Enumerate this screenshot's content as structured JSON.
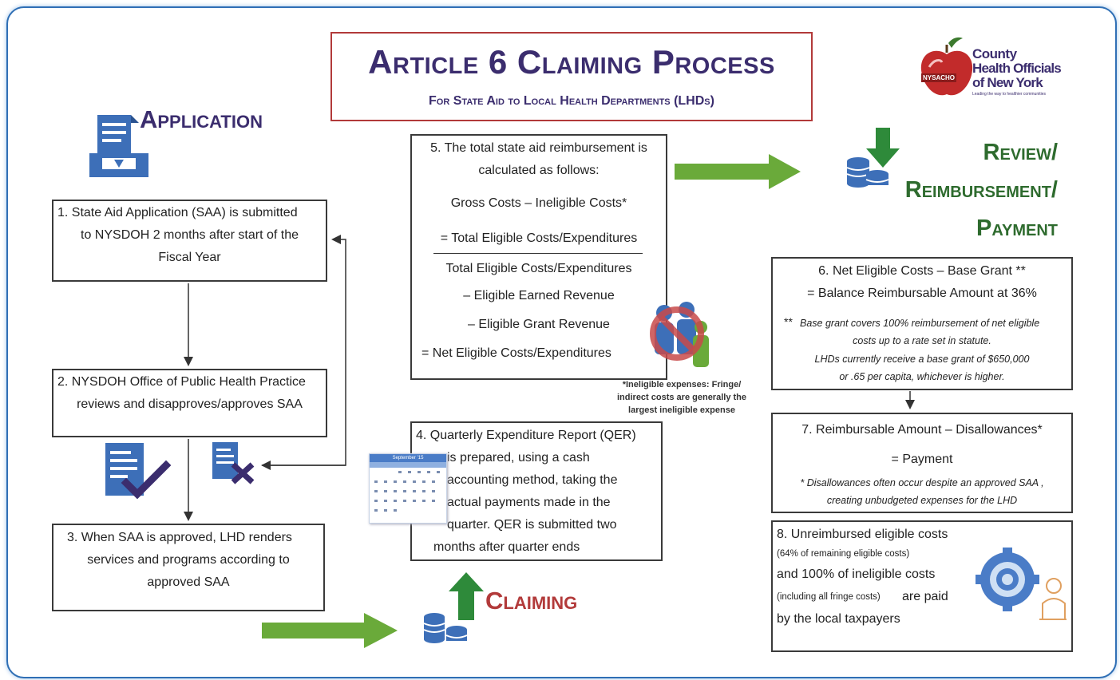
{
  "title": {
    "main": "Article 6 Claiming Process",
    "sub": "For State Aid to Local Health Departments (LHDs)"
  },
  "logo": {
    "badge": "NYSACHO",
    "line1": "County",
    "line2": "Health Officials",
    "line3": "of New York",
    "tagline": "Leading the way to healthier communities"
  },
  "sections": {
    "application": "Application",
    "review_line1": "Review/",
    "review_line2": "Reimbursement/",
    "review_line3": "Payment",
    "claiming": "Claiming"
  },
  "steps": {
    "s1": {
      "line1": "1.  State Aid Application (SAA) is submitted",
      "line2": "to NYSDOH 2 months after start of the",
      "line3": "Fiscal Year"
    },
    "s2": {
      "line1": "2.  NYSDOH Office of Public Health Practice",
      "line2": "reviews and disapproves/approves SAA"
    },
    "s3": {
      "line1": "3.  When SAA is approved, LHD renders",
      "line2": "services and programs according to",
      "line3": "approved SAA"
    },
    "s4": {
      "line1": "4.  Quarterly Expenditure Report (QER)",
      "line2": "is prepared, using a cash",
      "line3": "accounting method, taking the",
      "line4": "actual payments made in the",
      "line5": "quarter.  QER is submitted two",
      "line6": "months after quarter ends"
    },
    "s5": {
      "line1": "5.  The total state aid reimbursement is",
      "line2": "calculated as follows:",
      "line3": "Gross Costs – Ineligible Costs*",
      "line4": "= Total Eligible Costs/Expenditures",
      "line5": "Total Eligible Costs/Expenditures",
      "line6": "–  Eligible Earned  Revenue",
      "line7": "–  Eligible Grant Revenue",
      "line8": "= Net Eligible  Costs/Expenditures"
    },
    "ineligible_note": {
      "line1": "*Ineligible expenses: Fringe/",
      "line2": "indirect costs are generally the",
      "line3": "largest ineligible expense"
    },
    "s6": {
      "line1": "6. Net Eligible Costs – Base Grant **",
      "line2": "= Balance Reimbursable Amount at 36%",
      "line3_mark": "**",
      "line3": "Base grant covers 100% reimbursement of net eligible",
      "line4": "costs up to a rate set in statute.",
      "line5": "LHDs currently receive a base grant of $650,000",
      "line6": "or .65 per capita, whichever is higher."
    },
    "s7": {
      "line1": "7. Reimbursable Amount – Disallowances*",
      "line2": "= Payment",
      "line3": "* Disallowances often occur despite an approved SAA ,",
      "line4": "creating unbudgeted expenses for the LHD"
    },
    "s8": {
      "line1": "8. Unreimbursed eligible costs",
      "line2": "(64% of remaining eligible costs)",
      "line3": "and 100% of ineligible costs",
      "line4a": "(including all fringe costs)",
      "line4b": " are paid",
      "line5": "by the local taxpayers"
    }
  },
  "calendar": {
    "header": "September '15"
  },
  "colors": {
    "title": "#3b2d6e",
    "title_border": "#b23a3a",
    "green": "#6aaa3a",
    "dark_green": "#2e6b2e",
    "red": "#b23a3a",
    "blue": "#3d6fb8",
    "frame": "#2f6fb5"
  }
}
